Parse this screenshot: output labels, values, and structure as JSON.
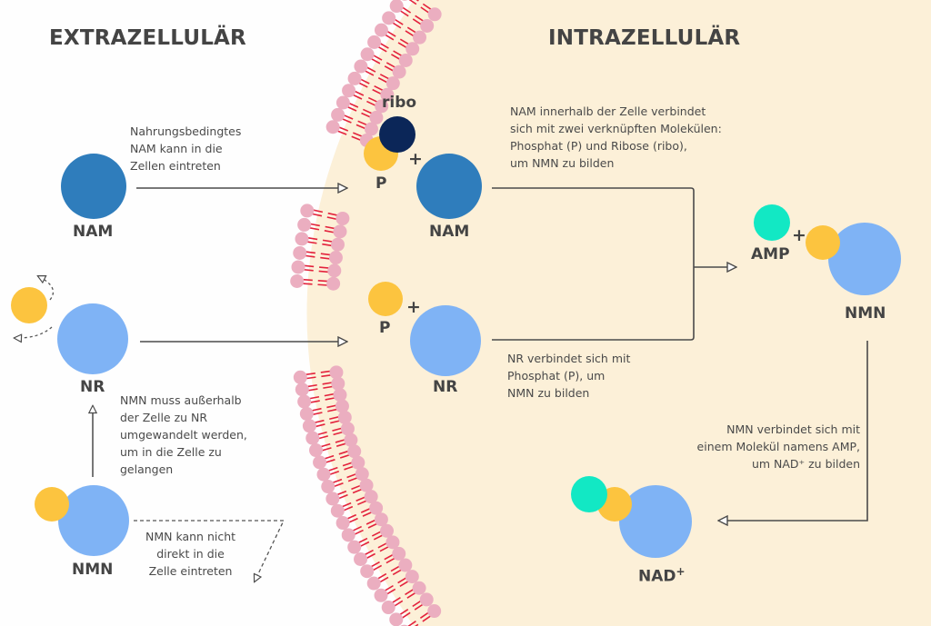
{
  "titles": {
    "extracellular": "EXTRAZELLULÄR",
    "intracellular": "INTRAZELLULÄR"
  },
  "colors": {
    "cytoplasm": "#fcf0d8",
    "nam_blue": "#2f7dbc",
    "light_blue": "#7fb3f5",
    "phosphate_yellow": "#fcc43f",
    "ribose_navy": "#0b2658",
    "amp_teal": "#12e8c4",
    "lipid_head": "#ebaec0",
    "lipid_tail": "#e3223c",
    "arrow": "#4a4a4a"
  },
  "molecules": {
    "nam_outside": "NAM",
    "nr_outside": "NR",
    "nmn_outside": "NMN",
    "ribo": "ribo",
    "p_top": "P",
    "nam_inside": "NAM",
    "p_mid": "P",
    "nr_inside": "NR",
    "amp": "AMP",
    "nmn_inside": "NMN",
    "nad": "NAD",
    "nad_sup": "+",
    "plus": "+"
  },
  "captions": {
    "nam_enters": "Nahrungsbedingtes\nNAM kann in die\nZellen eintreten",
    "nmn_convert": "NMN muss außerhalb\nder Zelle zu NR\numgewandelt werden,\num in die Zelle zu\ngelangen",
    "nmn_cannot": "NMN kann nicht\ndirekt in die\nZelle eintreten",
    "nam_inside": "NAM innerhalb der Zelle verbindet\nsich mit zwei verknüpften Molekülen:\nPhosphat (P) und Ribose (ribo),\num NMN zu bilden",
    "nr_inside": "NR verbindet sich mit\nPhosphat (P), um\nNMN zu bilden",
    "nmn_amp": "NMN verbindet sich mit\neinem Molekül namens AMP,\num NAD⁺ zu bilden"
  }
}
